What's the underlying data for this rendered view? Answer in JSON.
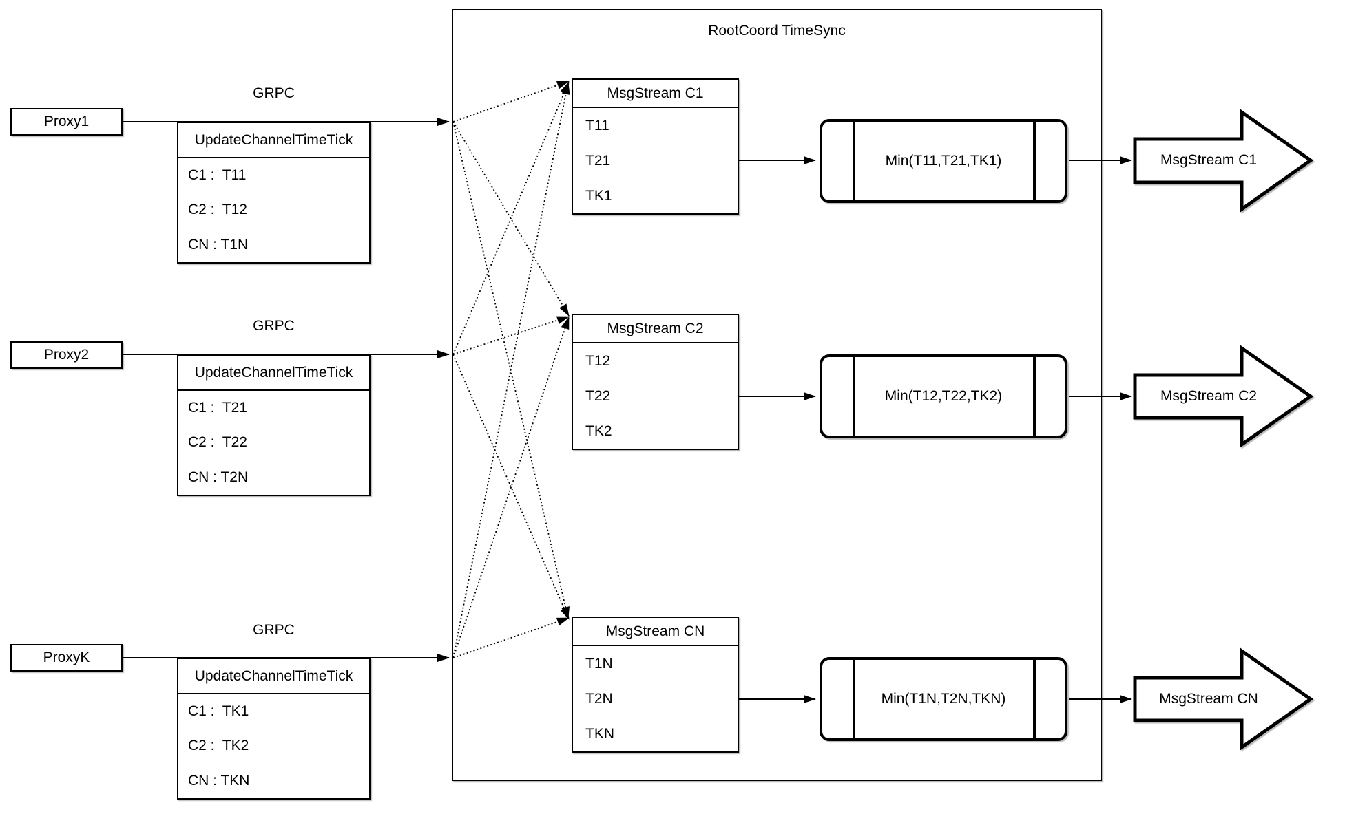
{
  "diagram": {
    "title": "RootCoord TimeSync",
    "proxies": [
      {
        "label": "Proxy1",
        "grpc": "GRPC",
        "tick_header": "UpdateChannelTimeTick",
        "ticks": [
          "C1 :  T11",
          "C2 :  T12",
          "CN : T1N"
        ]
      },
      {
        "label": "Proxy2",
        "grpc": "GRPC",
        "tick_header": "UpdateChannelTimeTick",
        "ticks": [
          "C1 :  T21",
          "C2 :  T22",
          "CN : T2N"
        ]
      },
      {
        "label": "ProxyK",
        "grpc": "GRPC",
        "tick_header": "UpdateChannelTimeTick",
        "ticks": [
          "C1 :  TK1",
          "C2 :  TK2",
          "CN : TKN"
        ]
      }
    ],
    "channels": [
      {
        "stream_header": "MsgStream C1",
        "timestamps": [
          "T11",
          "T21",
          "TK1"
        ],
        "min": "Min(T11,T21,TK1)",
        "output": "MsgStream C1"
      },
      {
        "stream_header": "MsgStream C2",
        "timestamps": [
          "T12",
          "T22",
          "TK2"
        ],
        "min": "Min(T12,T22,TK2)",
        "output": "MsgStream C2"
      },
      {
        "stream_header": "MsgStream CN",
        "timestamps": [
          "T1N",
          "T2N",
          "TKN"
        ],
        "min": "Min(T1N,T2N,TKN)",
        "output": "MsgStream CN"
      }
    ]
  }
}
